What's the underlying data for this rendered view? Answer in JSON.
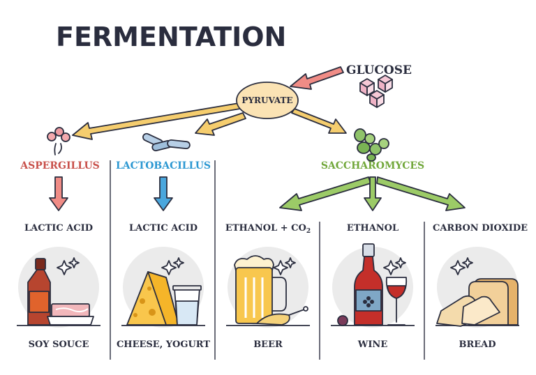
{
  "title": "FERMENTATION",
  "source": {
    "label": "GLUCOSE"
  },
  "center": {
    "label": "PYRUVATE"
  },
  "organisms": [
    {
      "name": "ASPERGILLUS",
      "color": "#c8504a",
      "icon": "mold-spores-icon"
    },
    {
      "name": "LACTOBACILLUS",
      "color": "#2c98d2",
      "icon": "rod-bacteria-icon"
    },
    {
      "name": "SACCHAROMYCES",
      "color": "#71a73a",
      "icon": "yeast-cells-icon"
    }
  ],
  "products": [
    {
      "process": "LACTIC ACID",
      "food": "SOY SOUCE",
      "icon": "soy-sauce-bottle-icon"
    },
    {
      "process": "LACTIC ACID",
      "food": "CHEESE, YOGURT",
      "icon": "cheese-yogurt-icon"
    },
    {
      "process_main": "ETHANOL + CO",
      "process_sub": "2",
      "food": "BEER",
      "icon": "beer-mug-icon"
    },
    {
      "process": "ETHANOL",
      "food": "WINE",
      "icon": "wine-bottle-glass-icon"
    },
    {
      "process": "CARBON DIOXIDE",
      "food": "BREAD",
      "icon": "bread-loaf-icon"
    }
  ],
  "colors": {
    "ink": "#2a2d3e",
    "arrow_yellow": "#f5cd6e",
    "arrow_green": "#9ccb67",
    "pyruvate_fill": "#fbe3b4",
    "glucose_arrow": "#f08c86"
  }
}
